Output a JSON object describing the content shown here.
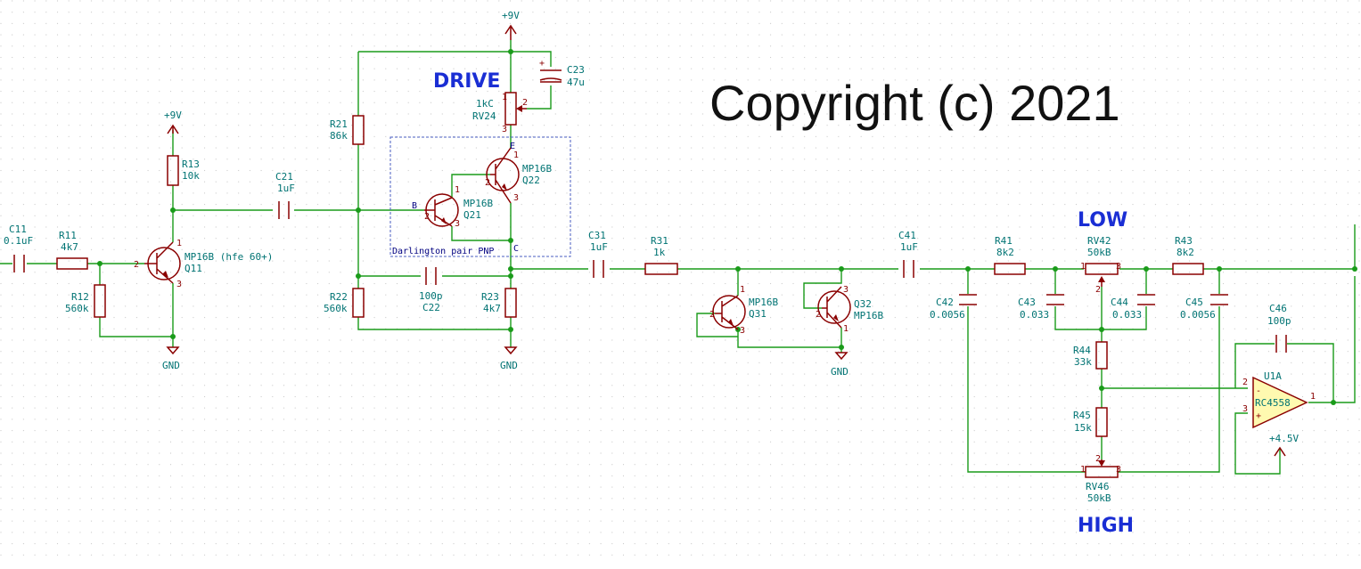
{
  "copyright": "Copyright (c) 2021",
  "sections": {
    "drive": "DRIVE",
    "low": "LOW",
    "high": "HIGH"
  },
  "box_label": "Darlington pair PNP",
  "power": {
    "v9": "+9V",
    "v45": "+4.5V",
    "gnd": "GND"
  },
  "net_labels": {
    "b": "B",
    "c": "C",
    "e": "E"
  },
  "parts": {
    "C11": {
      "ref": "C11",
      "value": "0.1uF"
    },
    "R11": {
      "ref": "R11",
      "value": "4k7"
    },
    "R12": {
      "ref": "R12",
      "value": "560k"
    },
    "R13": {
      "ref": "R13",
      "value": "10k"
    },
    "Q11": {
      "ref": "Q11",
      "value": "MP16B (hfe 60+)"
    },
    "C21": {
      "ref": "C21",
      "value": "1uF"
    },
    "R21": {
      "ref": "R21",
      "value": "86k"
    },
    "R22": {
      "ref": "R22",
      "value": "560k"
    },
    "C22": {
      "ref": "C22",
      "value": "100p"
    },
    "Q21": {
      "ref": "Q21",
      "value": "MP16B"
    },
    "Q22": {
      "ref": "Q22",
      "value": "MP16B"
    },
    "RV24": {
      "ref": "RV24",
      "value": "1kC"
    },
    "C23": {
      "ref": "C23",
      "value": "47u"
    },
    "R23": {
      "ref": "R23",
      "value": "4k7"
    },
    "C31": {
      "ref": "C31",
      "value": "1uF"
    },
    "R31": {
      "ref": "R31",
      "value": "1k"
    },
    "Q31": {
      "ref": "Q31",
      "value": "MP16B"
    },
    "Q32": {
      "ref": "Q32",
      "value": "MP16B"
    },
    "C41": {
      "ref": "C41",
      "value": "1uF"
    },
    "C42": {
      "ref": "C42",
      "value": "0.0056"
    },
    "R41": {
      "ref": "R41",
      "value": "8k2"
    },
    "RV42": {
      "ref": "RV42",
      "value": "50kB"
    },
    "R43": {
      "ref": "R43",
      "value": "8k2"
    },
    "C43": {
      "ref": "C43",
      "value": "0.033"
    },
    "C44": {
      "ref": "C44",
      "value": "0.033"
    },
    "C45": {
      "ref": "C45",
      "value": "0.0056"
    },
    "C46": {
      "ref": "C46",
      "value": "100p"
    },
    "R44": {
      "ref": "R44",
      "value": "33k"
    },
    "R45": {
      "ref": "R45",
      "value": "15k"
    },
    "RV46": {
      "ref": "RV46",
      "value": "50kB"
    },
    "U1A": {
      "ref": "U1A",
      "value": "RC4558"
    }
  },
  "pins": {
    "p1": "1",
    "p2": "2",
    "p3": "3",
    "minus": "-",
    "plus": "+",
    "elec_plus": "+"
  },
  "colors": {
    "wire": "#1a9b1a",
    "component": "#8a0000",
    "text": "#007373",
    "heading": "#1a2ed4",
    "opamp_fill": "#fff9b0"
  }
}
